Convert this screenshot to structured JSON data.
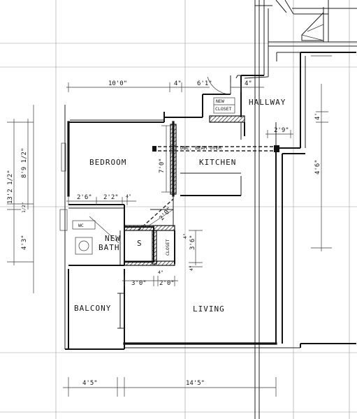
{
  "rooms": {
    "bedroom": "BEDROOM",
    "kitchen": "KITCHEN",
    "hallway": "HALLWAY",
    "living": "LIVING",
    "balcony": "BALCONY",
    "new_bath": "NEW",
    "new_bath_2": "BATH",
    "closet": "CLOSET",
    "new_closet_a": "NEW",
    "new_closet_b": "CLOSET",
    "wc": "WC",
    "shower": "S"
  },
  "notes": {
    "beam": "DBL. BEAM OVER"
  },
  "dimensions": {
    "top_width": "10'0\"",
    "top_4a": "4\"",
    "top_6": "6'1\"",
    "top_4b": "4\"",
    "hall_2_9": "2'9\"",
    "right_4": "4'",
    "right_total": "4'6\"",
    "left_total": "13'2 1/2\"",
    "left_upper": "8'9 1/2\"",
    "left_lower": "4'3\"",
    "left_mid": "1/2\"",
    "bed_height": "7'0\"",
    "bath_2_6": "2'6\"",
    "bath_2_2": "2'2\"",
    "bath_4": "4\"",
    "bath_diag": "2'0\"",
    "closet_3_6": "3'6\"",
    "closet_4": "4\"",
    "closet_4b": "4\"",
    "bottom_3_0": "3'0\"",
    "bottom_2_0": "2'0\"",
    "bottom_4": "4\"",
    "bottom_left": "4'5\"",
    "bottom_right": "14'5\""
  }
}
